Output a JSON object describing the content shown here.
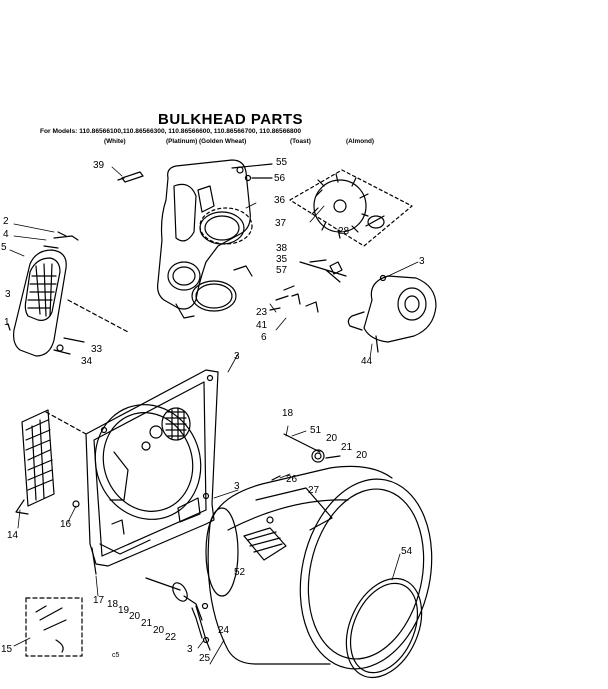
{
  "title": "BULKHEAD PARTS",
  "models_line": "For Models: 110.86566100,110.86566300, 110.86566600, 110.86566700, 110.86566800",
  "variants": [
    "(White)",
    "(Platinum) (Golden Wheat)",
    "(Toast)",
    "(Almond)"
  ],
  "callouts": [
    "39",
    "55",
    "56",
    "36",
    "37",
    "28",
    "38",
    "35",
    "57",
    "3",
    "2",
    "4",
    "5",
    "3",
    "1",
    "33",
    "34",
    "23",
    "41",
    "6",
    "44",
    "3",
    "18",
    "51",
    "20",
    "21",
    "20",
    "26",
    "27",
    "52",
    "54",
    "14",
    "16",
    "3",
    "17",
    "18",
    "19",
    "20",
    "21",
    "20",
    "22",
    "24",
    "3",
    "25",
    "15"
  ],
  "footer_code": "c5"
}
